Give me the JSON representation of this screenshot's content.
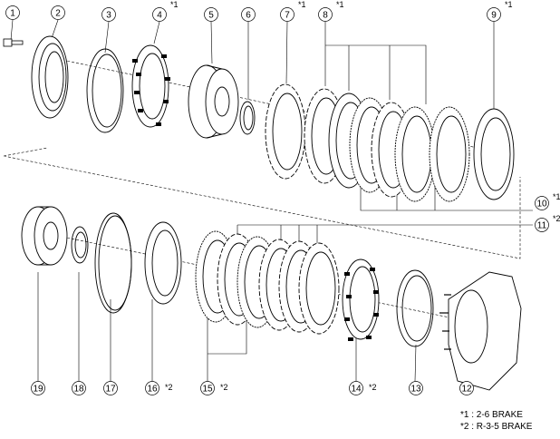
{
  "callouts": [
    {
      "label": "1"
    },
    {
      "label": "2"
    },
    {
      "label": "3"
    },
    {
      "label": "4",
      "note": "*1"
    },
    {
      "label": "5"
    },
    {
      "label": "6"
    },
    {
      "label": "7",
      "note": "*1"
    },
    {
      "label": "8",
      "note": "*1"
    },
    {
      "label": "9",
      "note": "*1"
    },
    {
      "label": "10",
      "note": "*1"
    },
    {
      "label": "11",
      "note": "*2"
    },
    {
      "label": "12"
    },
    {
      "label": "13"
    },
    {
      "label": "14",
      "note": "*2"
    },
    {
      "label": "15",
      "note": "*2"
    },
    {
      "label": "16",
      "note": "*2"
    },
    {
      "label": "17"
    },
    {
      "label": "18"
    },
    {
      "label": "19"
    }
  ],
  "legend": {
    "line1": "*1 : 2-6 BRAKE",
    "line2": "*2 : R-3-5 BRAKE"
  }
}
